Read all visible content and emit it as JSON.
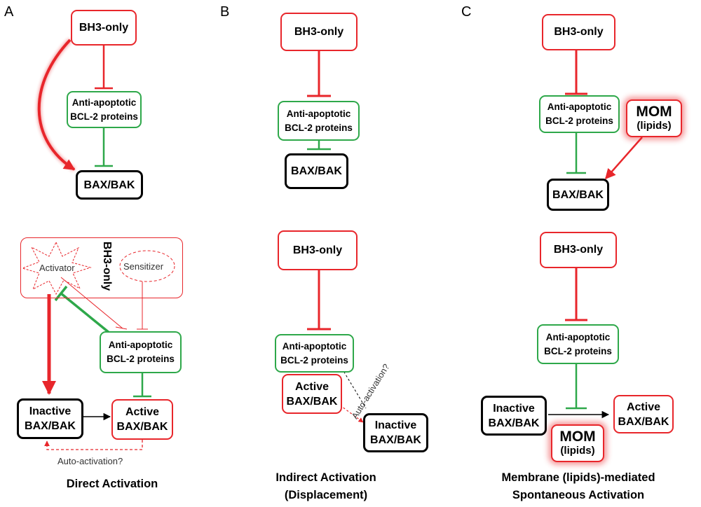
{
  "panels": {
    "a": {
      "letter": "A",
      "bh3_only": "BH3-only",
      "anti_apoptotic": "Anti-apoptotic",
      "bcl2_proteins": "BCL-2 proteins",
      "bax_bak": "BAX/BAK",
      "bh3_group_label": "BH3-only",
      "activator": "Activator",
      "sensitizer": "Sensitizer",
      "anti_apoptotic_2": "Anti-apoptotic",
      "bcl2_proteins_2": "BCL-2 proteins",
      "inactive": "Inactive",
      "active": "Active",
      "bax_bak_inactive": "BAX/BAK",
      "bax_bak_active": "BAX/BAK",
      "auto_activation": "Auto-activation?",
      "caption": "Direct Activation"
    },
    "b": {
      "letter": "B",
      "bh3_only": "BH3-only",
      "anti_apoptotic": "Anti-apoptotic",
      "bcl2_proteins": "BCL-2 proteins",
      "bax_bak": "BAX/BAK",
      "bh3_only_2": "BH3-only",
      "anti_apoptotic_2": "Anti-apoptotic",
      "bcl2_proteins_2": "BCL-2 proteins",
      "active": "Active",
      "bax_bak_active": "BAX/BAK",
      "inactive": "Inactive",
      "bax_bak_inactive": "BAX/BAK",
      "auto_activation": "Auto-activation?",
      "caption_line1": "Indirect Activation",
      "caption_line2": "(Displacement)"
    },
    "c": {
      "letter": "C",
      "bh3_only": "BH3-only",
      "anti_apoptotic": "Anti-apoptotic",
      "bcl2_proteins": "BCL-2 proteins",
      "mom": "MOM",
      "lipids": "(lipids)",
      "bax_bak": "BAX/BAK",
      "bh3_only_2": "BH3-only",
      "anti_apoptotic_2": "Anti-apoptotic",
      "bcl2_proteins_2": "BCL-2 proteins",
      "inactive": "Inactive",
      "bax_bak_inactive": "BAX/BAK",
      "active": "Active",
      "bax_bak_active": "BAX/BAK",
      "mom_2": "MOM",
      "lipids_2": "(lipids)",
      "caption_line1": "Membrane (lipids)-mediated",
      "caption_line2": "Spontaneous Activation"
    }
  },
  "colors": {
    "inhibition_red": "#e8262b",
    "inhibition_green": "#2ea84a",
    "neutral": "#000000"
  }
}
